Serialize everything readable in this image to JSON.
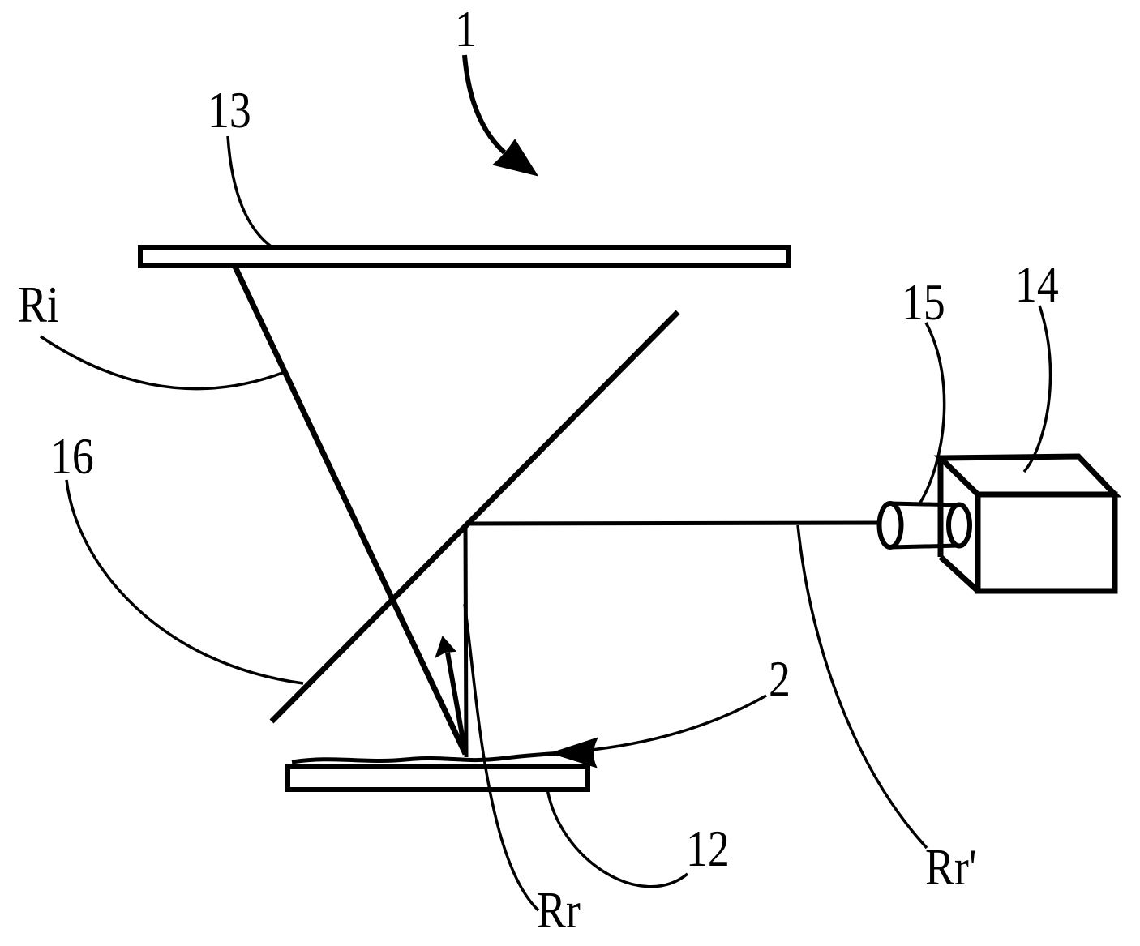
{
  "figure": {
    "labels": {
      "assembly": "1",
      "mirror_plate": "13",
      "incident_ray": "Ri",
      "beam_splitter": "16",
      "lens": "15",
      "laser": "14",
      "surface": "2",
      "substrate": "12",
      "reflected_ray": "Rr",
      "reference_ray": "Rr'"
    },
    "colors": {
      "ink": "#000000",
      "background": "#ffffff"
    }
  }
}
